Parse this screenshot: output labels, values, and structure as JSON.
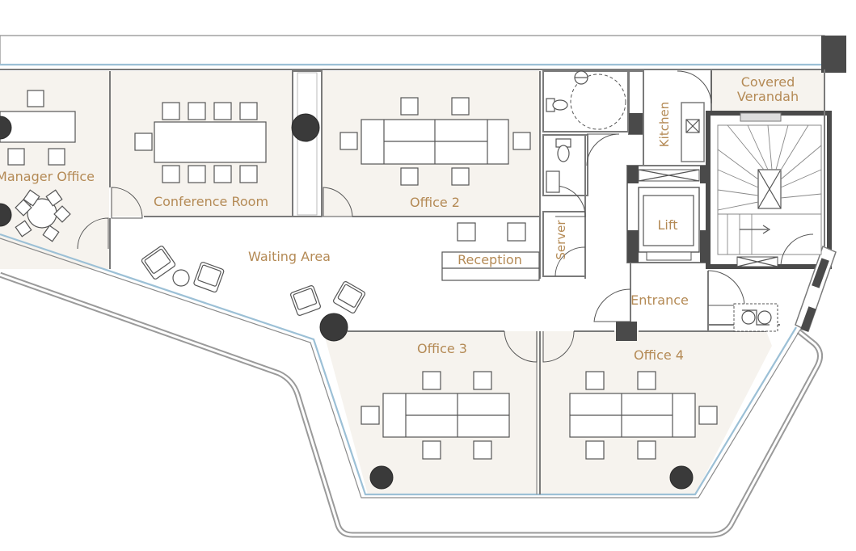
{
  "plan": {
    "colors": {
      "label": "#b48a55",
      "floor": "#f6f3ee",
      "wall": "#7a7a7a",
      "column": "#3a3a3a",
      "glass": "#9cc0d6"
    },
    "rooms": {
      "manager_office": "Manager Office",
      "conference_room": "Conference Room",
      "office_2": "Office 2",
      "kitchen": "Kitchen",
      "covered_verandah_line1": "Covered",
      "covered_verandah_line2": "Verandah",
      "waiting_area": "Waiting Area",
      "reception": "Reception",
      "server": "Server",
      "lift": "Lift",
      "entrance": "Entrance",
      "office_3": "Office 3",
      "office_4": "Office 4"
    }
  }
}
